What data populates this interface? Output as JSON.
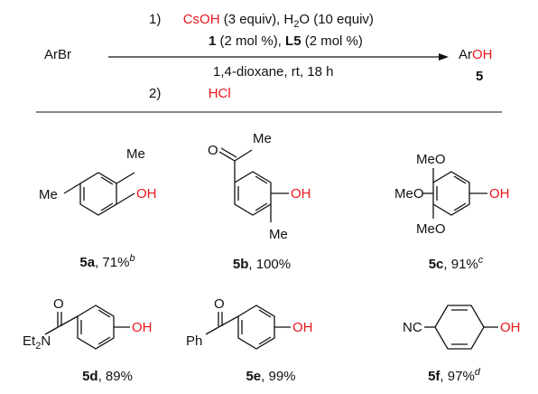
{
  "scheme": {
    "reactant": "ArBr",
    "step1_num": "1)",
    "step1_reagent_red": "CsOH",
    "step1_reagent_rest": " (3 equiv), H",
    "step1_sub": "2",
    "step1_tail": "O (10 equiv)",
    "cat_num": "1",
    "cat_text": " (2 mol %), ",
    "ligand": "L5",
    "ligand_text": " (2 mol %)",
    "conditions": "1,4-dioxane, rt, 18 h",
    "step2_num": "2)",
    "step2_reagent": "HCl",
    "product_ar": "Ar",
    "product_oh": "OH",
    "product_num": "5"
  },
  "products": [
    {
      "id": "5a",
      "yield": ", 71%",
      "note": "b"
    },
    {
      "id": "5b",
      "yield": ", 100%",
      "note": ""
    },
    {
      "id": "5c",
      "yield": ", 91%",
      "note": "c"
    },
    {
      "id": "5d",
      "yield": ", 89%",
      "note": ""
    },
    {
      "id": "5e",
      "yield": ", 99%",
      "note": ""
    },
    {
      "id": "5f",
      "yield": ", 97%",
      "note": "d"
    }
  ],
  "labels": {
    "me": "Me",
    "oh": "OH",
    "meo": "MeO",
    "o": "O",
    "et": "Et",
    "sub2": "2",
    "n": "N",
    "ph": "Ph",
    "nc": "NC"
  },
  "colors": {
    "accent": "#e8151b"
  }
}
